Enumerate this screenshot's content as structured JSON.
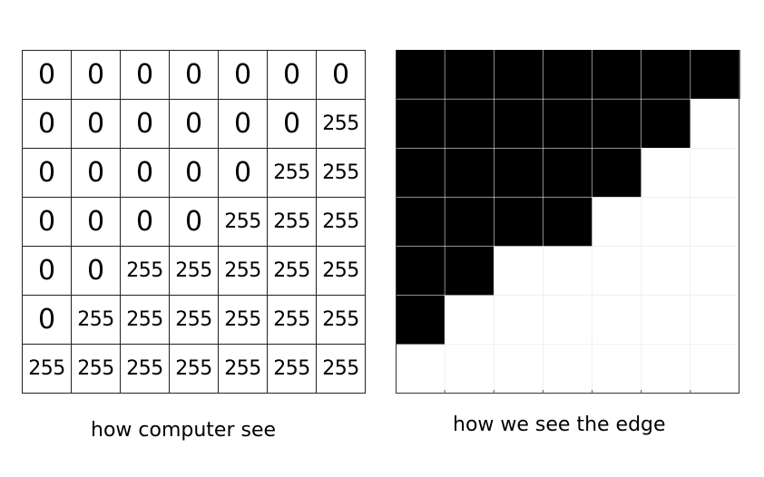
{
  "matrix": {
    "rows": [
      [
        "0",
        "0",
        "0",
        "0",
        "0",
        "0",
        "0"
      ],
      [
        "0",
        "0",
        "0",
        "0",
        "0",
        "0",
        "255"
      ],
      [
        "0",
        "0",
        "0",
        "0",
        "0",
        "255",
        "255"
      ],
      [
        "0",
        "0",
        "0",
        "0",
        "255",
        "255",
        "255"
      ],
      [
        "0",
        "0",
        "255",
        "255",
        "255",
        "255",
        "255"
      ],
      [
        "0",
        "255",
        "255",
        "255",
        "255",
        "255",
        "255"
      ],
      [
        "255",
        "255",
        "255",
        "255",
        "255",
        "255",
        "255"
      ]
    ]
  },
  "edge_image": {
    "dark_color": "#000000",
    "light_color": "#ffffff",
    "rows": [
      [
        0,
        0,
        0,
        0,
        0,
        0,
        0
      ],
      [
        0,
        0,
        0,
        0,
        0,
        0,
        255
      ],
      [
        0,
        0,
        0,
        0,
        0,
        255,
        255
      ],
      [
        0,
        0,
        0,
        0,
        255,
        255,
        255
      ],
      [
        0,
        0,
        255,
        255,
        255,
        255,
        255
      ],
      [
        0,
        255,
        255,
        255,
        255,
        255,
        255
      ],
      [
        255,
        255,
        255,
        255,
        255,
        255,
        255
      ]
    ]
  },
  "captions": {
    "left": "how computer see",
    "right": "how we see the edge"
  }
}
